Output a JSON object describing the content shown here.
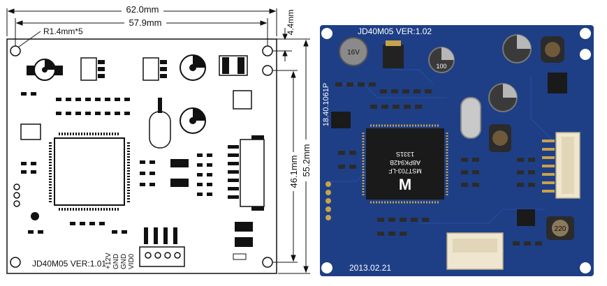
{
  "dimensions": {
    "board_width": "62.0mm",
    "hole_spacing": "57.9mm",
    "corner_radius_holes": "R1.4mm*5",
    "top_offset": "4.4mm",
    "hole_vertical": "46.1mm",
    "board_height": "55.2mm"
  },
  "left_board": {
    "model_label": "JD40M05 VER:1.01",
    "pin_labels": [
      "+12V",
      "GND",
      "GND",
      "VID0"
    ]
  },
  "right_board": {
    "model_label": "JD40M05 VER:1.02",
    "side_code": "18.40.1061P",
    "date_code": "2013.02.21",
    "chip_marking": [
      "MST703-LF",
      "A8PK942B",
      "1331S"
    ],
    "chip_logo": "M",
    "cap_marking": [
      "16V",
      "100"
    ],
    "inductor_marking": [
      "220"
    ]
  },
  "colors": {
    "pcb_blue": "#1e3f86",
    "pcb_dark": "#16306a",
    "silk": "#ffffff",
    "pad_gold": "#c9a24a",
    "chip": "#1a1a1a",
    "connector": "#efe6cf"
  }
}
